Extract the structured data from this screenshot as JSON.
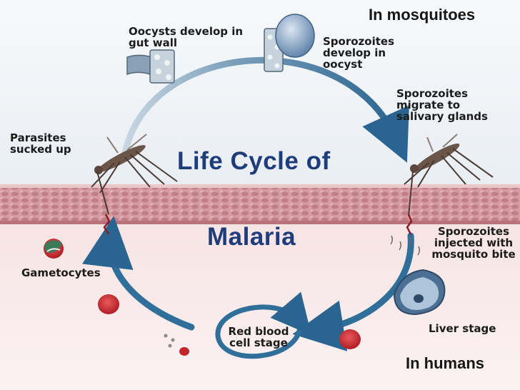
{
  "regions": {
    "mosquito": "In mosquitoes",
    "human": "In humans"
  },
  "title": {
    "line1": "Life Cycle of",
    "line2": "Malaria"
  },
  "stages": {
    "oocysts": "Oocysts develop in gut wall",
    "sporozoites_oocyst": "Sporozoites develop in oocyst",
    "migrate": "Sporozoites migrate to salivary glands",
    "sucked": "Parasites sucked up",
    "injected": "Sporozoites injected with mosquito bite",
    "gametocytes": "Gametocytes",
    "liver": "Liver stage",
    "rbc": "Red blood cell stage"
  },
  "colors": {
    "title_text": "#1f3d7a",
    "arrow": "#2f6f9a",
    "skin": "#c98f95",
    "blood_cell": "#c0262b"
  },
  "icons": [
    "mosquito-icon",
    "oocyst-icon",
    "liver-cell-icon",
    "blood-cell-icon",
    "gametocyte-icon",
    "cycle-arrow-icon"
  ]
}
